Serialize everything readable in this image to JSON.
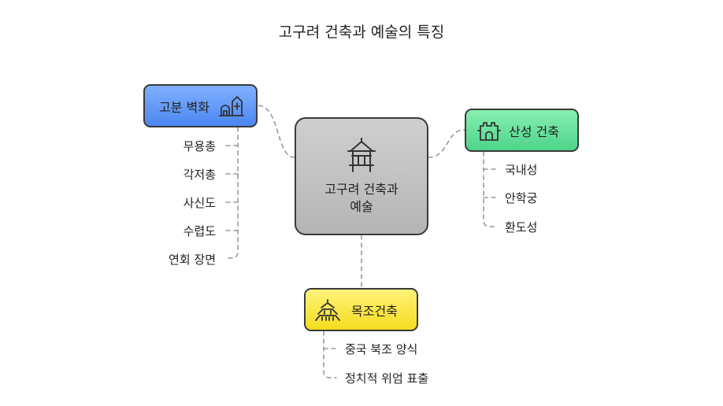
{
  "title": "고구려 건축과 예술의 특징",
  "center": {
    "label": "고구려 건축과 예술",
    "icon": "pavilion-icon"
  },
  "branches": {
    "tomb_murals": {
      "label": "고분 벽화",
      "icon": "tomb-icon",
      "color": "#5b8ff5",
      "items": [
        "무용총",
        "각저총",
        "사신도",
        "수렵도",
        "연회 장면"
      ]
    },
    "mountain_fortress": {
      "label": "산성 건축",
      "icon": "fortress-icon",
      "color": "#5cdc93",
      "items": [
        "국내성",
        "안학궁",
        "환도성"
      ]
    },
    "wooden_architecture": {
      "label": "목조건축",
      "icon": "temple-icon",
      "color": "#f9e33a",
      "items": [
        "중국 북조 양식",
        "정치적 위엄 표출"
      ]
    }
  }
}
